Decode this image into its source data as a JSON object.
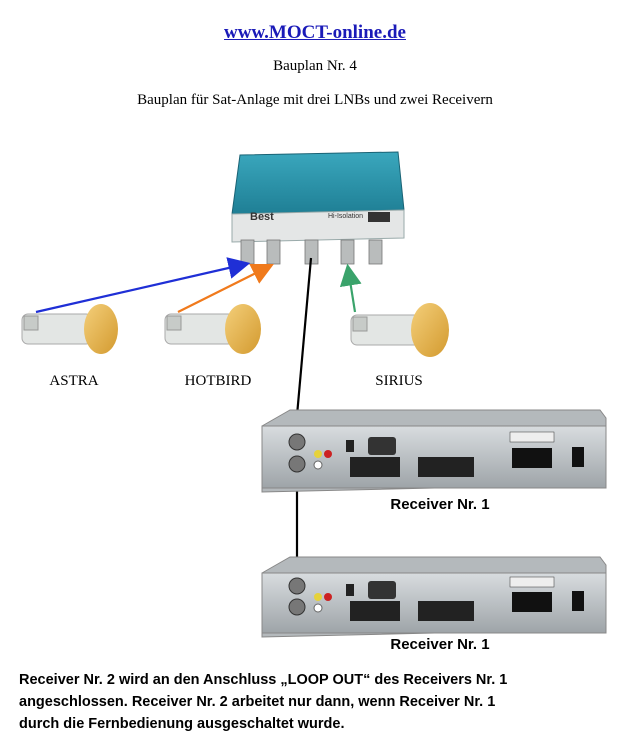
{
  "header": {
    "site_link": "www.MOCT-online.de",
    "plan_number": "Bauplan Nr. 4",
    "plan_title": "Bauplan für Sat-Anlage mit drei LNBs und zwei Receivern"
  },
  "switch": {
    "brand": "Best",
    "label": "Hi-Isolation"
  },
  "lnbs": [
    {
      "label": "ASTRA",
      "arrow_color": "#1f2fd6"
    },
    {
      "label": "HOTBIRD",
      "arrow_color": "#f07a1c"
    },
    {
      "label": "SIRIUS",
      "arrow_color": "#3aa36b"
    }
  ],
  "receivers": [
    {
      "label": "Receiver Nr. 1"
    },
    {
      "label": "Receiver Nr. 1"
    }
  ],
  "footer_note": {
    "line1": "Receiver Nr. 2 wird an den Anschluss „LOOP OUT“ des Receivers Nr. 1",
    "line2": "angeschlossen. Receiver Nr. 2 arbeitet nur dann, wenn Receiver Nr. 1",
    "line3": "durch die Fernbedienung ausgeschaltet wurde."
  }
}
